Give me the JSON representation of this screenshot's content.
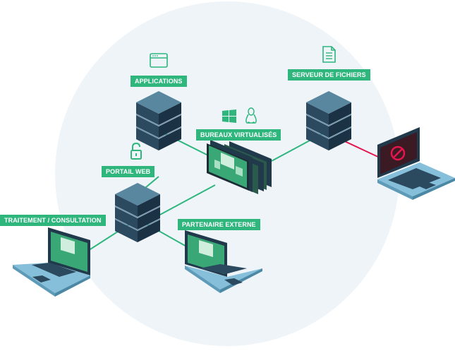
{
  "labels": {
    "applications": "APPLICATIONS",
    "serveur_fichiers": "SERVEUR DE FICHIERS",
    "bureaux_virtualises": "BUREAUX VIRTUALISÉS",
    "portail_web": "PORTAIL WEB",
    "traitement_consultation": "TRAITEMENT / CONSULTATION",
    "partenaire_externe": "PARTENAIRE EXTERNE"
  },
  "colors": {
    "background_circle": "#eef4f8",
    "label_green": "#2eb67d",
    "link_green": "#2eb67d",
    "link_blocked": "#e3174d",
    "server_dark": "#20394b",
    "server_top": "#5a87a0",
    "laptop_body": "#86bfda",
    "screen_green": "#3aa876",
    "screen_blocked": "#3b1a24"
  },
  "icons": {
    "applications": "browser-window-icon",
    "serveur_fichiers": "document-icon",
    "bureaux_virtualises": [
      "windows-icon",
      "linux-icon"
    ],
    "portail_web": "padlock-icon",
    "blocked_laptop": "blocked-icon"
  }
}
